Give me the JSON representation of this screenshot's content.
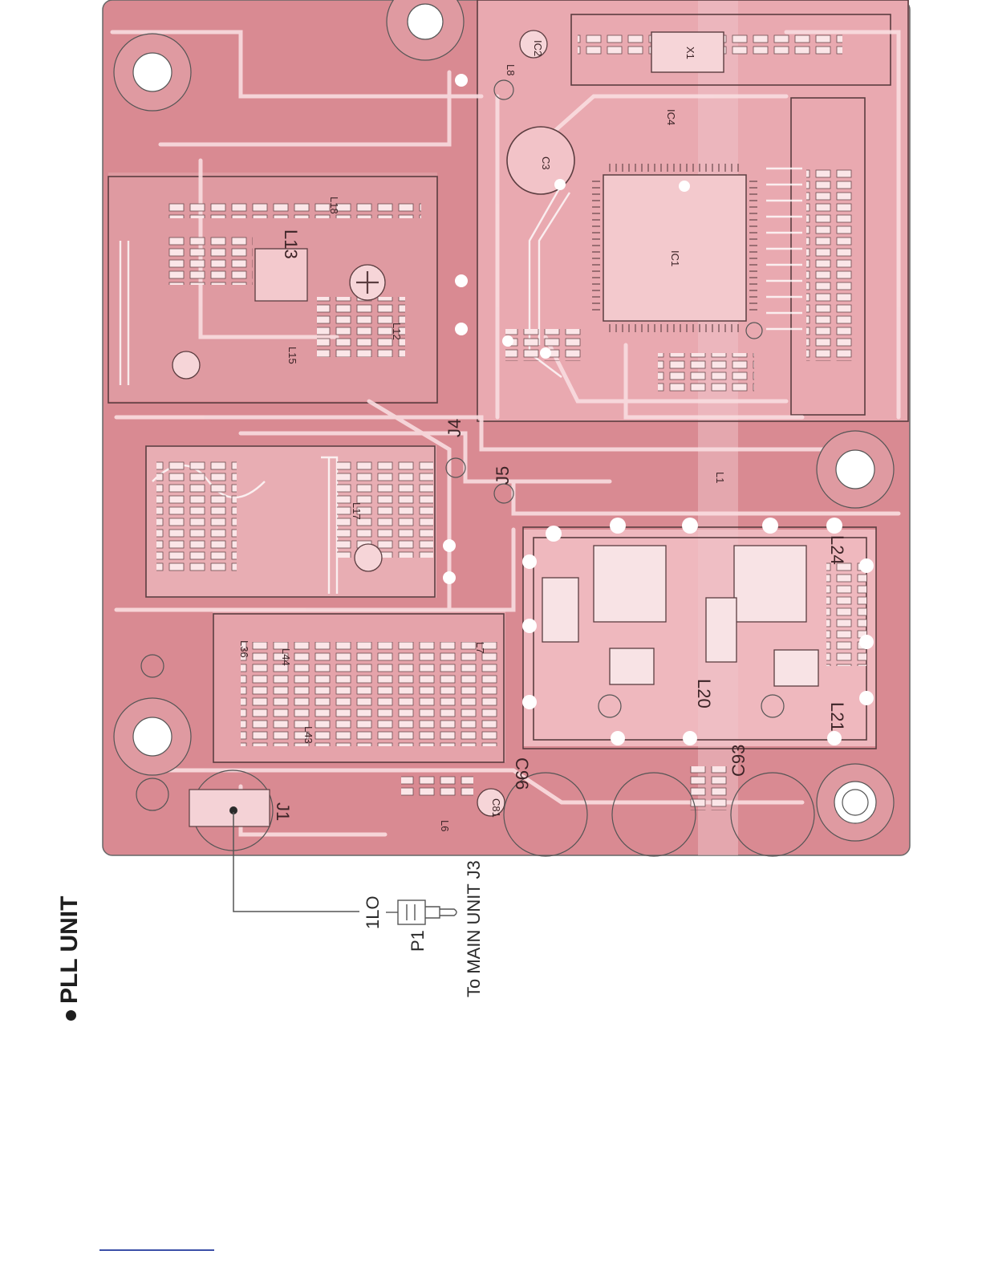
{
  "title": "PLL UNIT",
  "connector": {
    "signal": "1LO",
    "plug": "P1",
    "destination": "To MAIN UNIT J3"
  },
  "colors": {
    "board": "#d98a92",
    "board_light": "#f1c4c9",
    "trace": "#f9dde0",
    "silkscreen": "#5a3a3e",
    "outline": "#555555",
    "rule": "#3b4fa8"
  },
  "board_labels": {
    "ic1": "IC1",
    "ic2": "IC2",
    "ic4": "IC4",
    "x1": "X1",
    "l1": "L1",
    "l6": "L6",
    "l7": "L7",
    "l8": "L8",
    "l12": "L12",
    "l13": "L13",
    "l15": "L15",
    "l17": "L17",
    "l18": "L18",
    "l20": "L20",
    "l21": "L21",
    "l24": "L24",
    "l36": "L36",
    "l43": "L43",
    "l44": "L44",
    "j1": "J1",
    "j4": "J4",
    "j5": "J5",
    "c93": "C93",
    "c96": "C96",
    "c3": "C3",
    "c81": "C81"
  }
}
